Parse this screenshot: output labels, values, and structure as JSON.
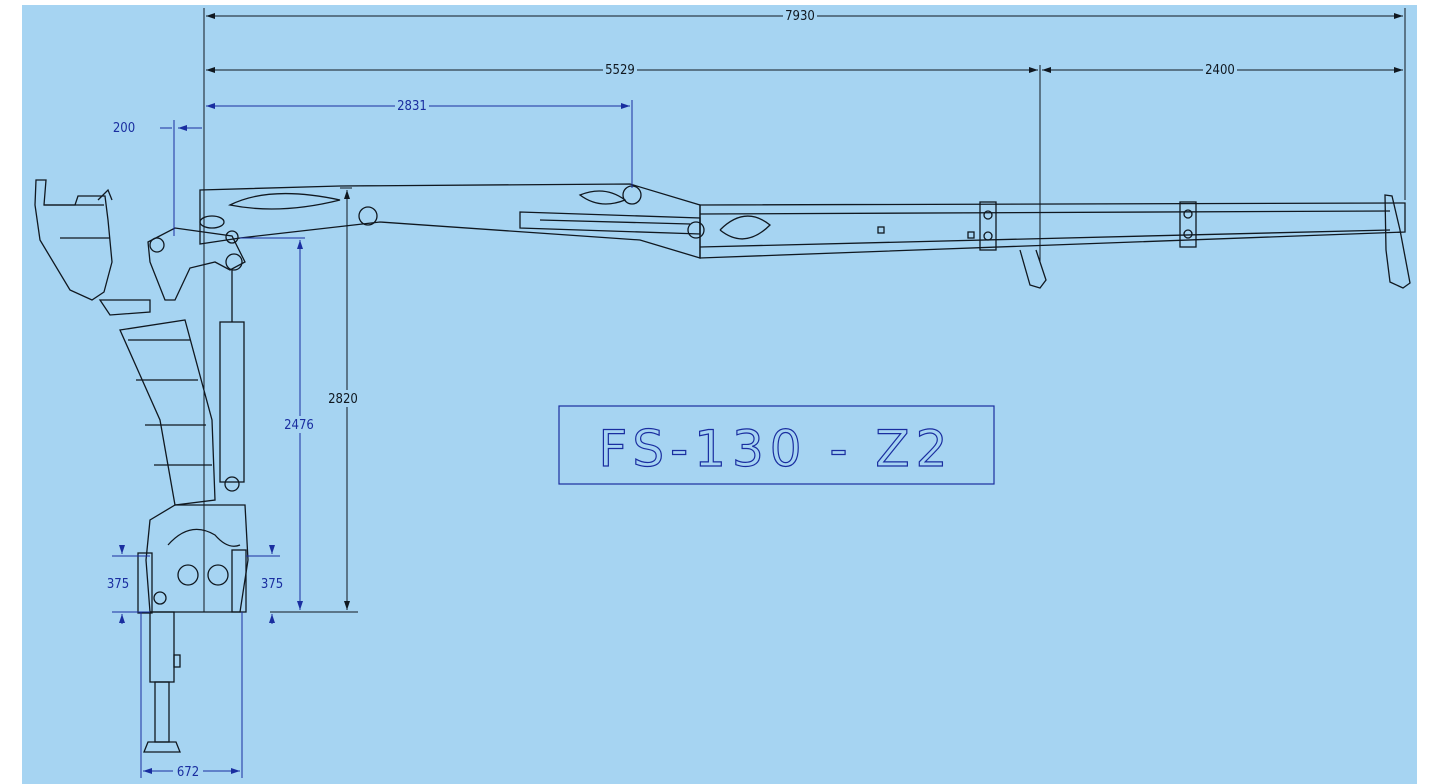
{
  "title": "FS-130 - Z2",
  "colors": {
    "background": "#a6d4f2",
    "linework": "#101820",
    "dimension_blue": "#1a2ea0"
  },
  "dimensions": {
    "total_reach": "7930",
    "main_reach": "5529",
    "extension": "2400",
    "inner_boom": "2831",
    "pivot_offset": "200",
    "height_total": "2820",
    "height_pivot": "2476",
    "base_left": "375",
    "base_right": "375",
    "foot_width": "672"
  }
}
